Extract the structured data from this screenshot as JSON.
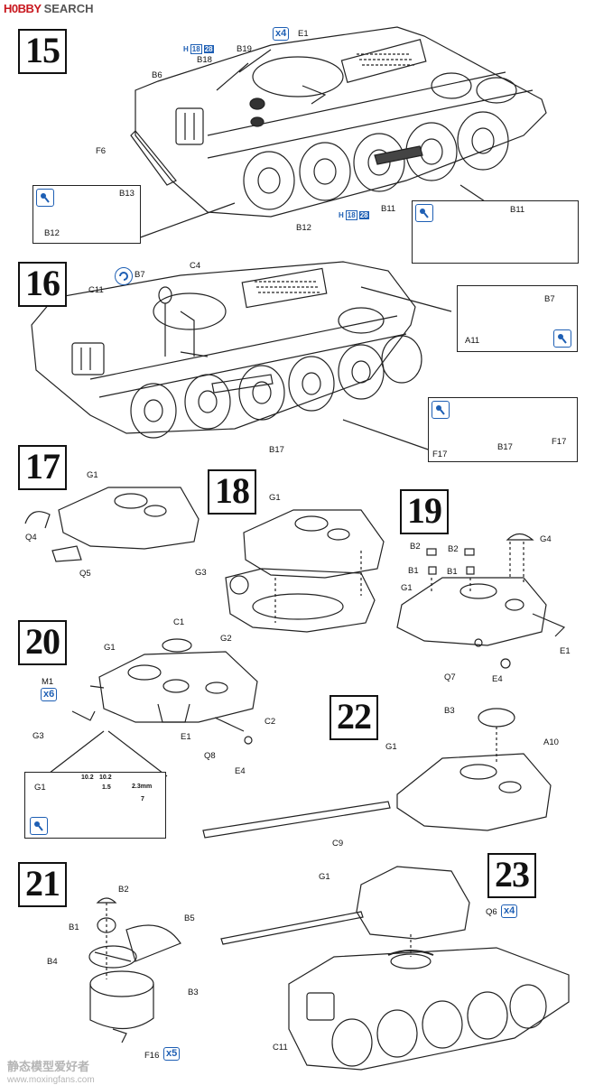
{
  "header": {
    "logo": "H0BBY",
    "site": "SEARCH"
  },
  "steps": [
    "15",
    "16",
    "17",
    "18",
    "19",
    "20",
    "21",
    "22",
    "23"
  ],
  "step15": {
    "labels": {
      "E1": "E1",
      "B19": "B19",
      "B18": "B18",
      "B6": "B6",
      "F6": "F6",
      "B12": "B12",
      "B11": "B11",
      "B13": "B13",
      "B12b": "B12",
      "B11b": "B11"
    },
    "qty": "x4",
    "h1": "H",
    "h2": "18",
    "h3": "28"
  },
  "step16": {
    "labels": {
      "C11": "C11",
      "B7": "B7",
      "C4": "C4",
      "B17": "B17",
      "B7b": "B7",
      "A11": "A11",
      "B17b": "B17",
      "F17": "F17",
      "F17b": "F17"
    }
  },
  "step17": {
    "labels": {
      "G1": "G1",
      "Q4": "Q4",
      "Q5": "Q5"
    }
  },
  "step18": {
    "labels": {
      "G1": "G1",
      "G3": "G3",
      "G2": "G2"
    }
  },
  "step19": {
    "labels": {
      "B2a": "B2",
      "B2b": "B2",
      "B1a": "B1",
      "B1b": "B1",
      "G4": "G4",
      "G1": "G1",
      "E1": "E1",
      "Q7": "Q7",
      "E4": "E4"
    }
  },
  "step20": {
    "labels": {
      "C1": "C1",
      "G1": "G1",
      "M1": "M1",
      "G3": "G3",
      "E1": "E1",
      "Q8": "Q8",
      "C2": "C2",
      "E4": "E4",
      "G1b": "G1"
    },
    "qty": "x6",
    "dims": {
      "d1": "10.2",
      "d2": "10.2",
      "d3": "1.5",
      "d4": "2.3mm",
      "d5": "7"
    }
  },
  "step21": {
    "labels": {
      "B2": "B2",
      "B1": "B1",
      "B5": "B5",
      "B4": "B4",
      "B3": "B3",
      "F16": "F16"
    },
    "qty": "x5"
  },
  "step22": {
    "labels": {
      "B3": "B3",
      "A10": "A10",
      "G1": "G1",
      "C9": "C9"
    }
  },
  "step23": {
    "labels": {
      "G1": "G1",
      "Q6": "Q6",
      "C11": "C11"
    },
    "qty": "x4"
  },
  "watermark": {
    "text": "静态模型爱好者",
    "url": "www.moxingfans.com"
  }
}
